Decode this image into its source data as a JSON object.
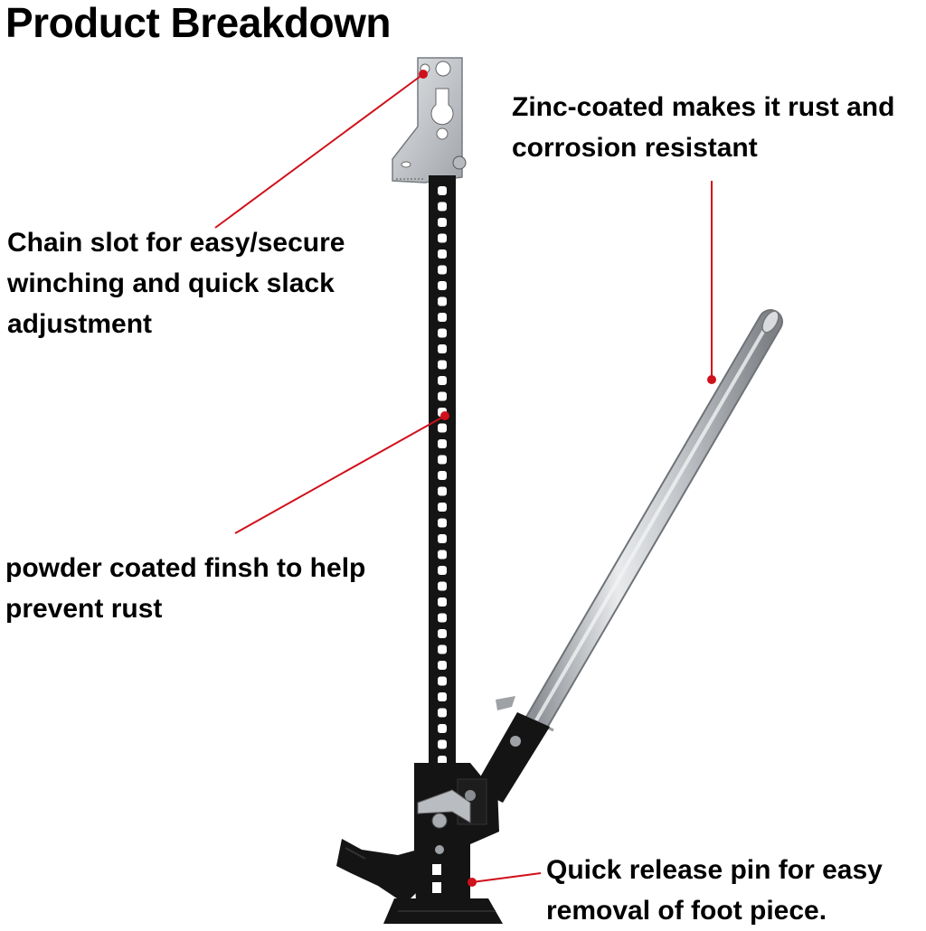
{
  "title": "Product Breakdown",
  "callouts": {
    "chain_slot": [
      "Chain slot for easy/secure",
      "winching and quick slack",
      "adjustment"
    ],
    "zinc": [
      "Zinc-coated makes it rust and",
      "corrosion resistant"
    ],
    "powder": [
      "powder coated finsh to help",
      "prevent rust"
    ],
    "pin": [
      "Quick release pin for easy",
      "removal of foot piece."
    ]
  },
  "colors": {
    "leader": "#d0101b",
    "jack_body": "#141414",
    "zinc": "#c9ccd0",
    "text": "#000000"
  }
}
